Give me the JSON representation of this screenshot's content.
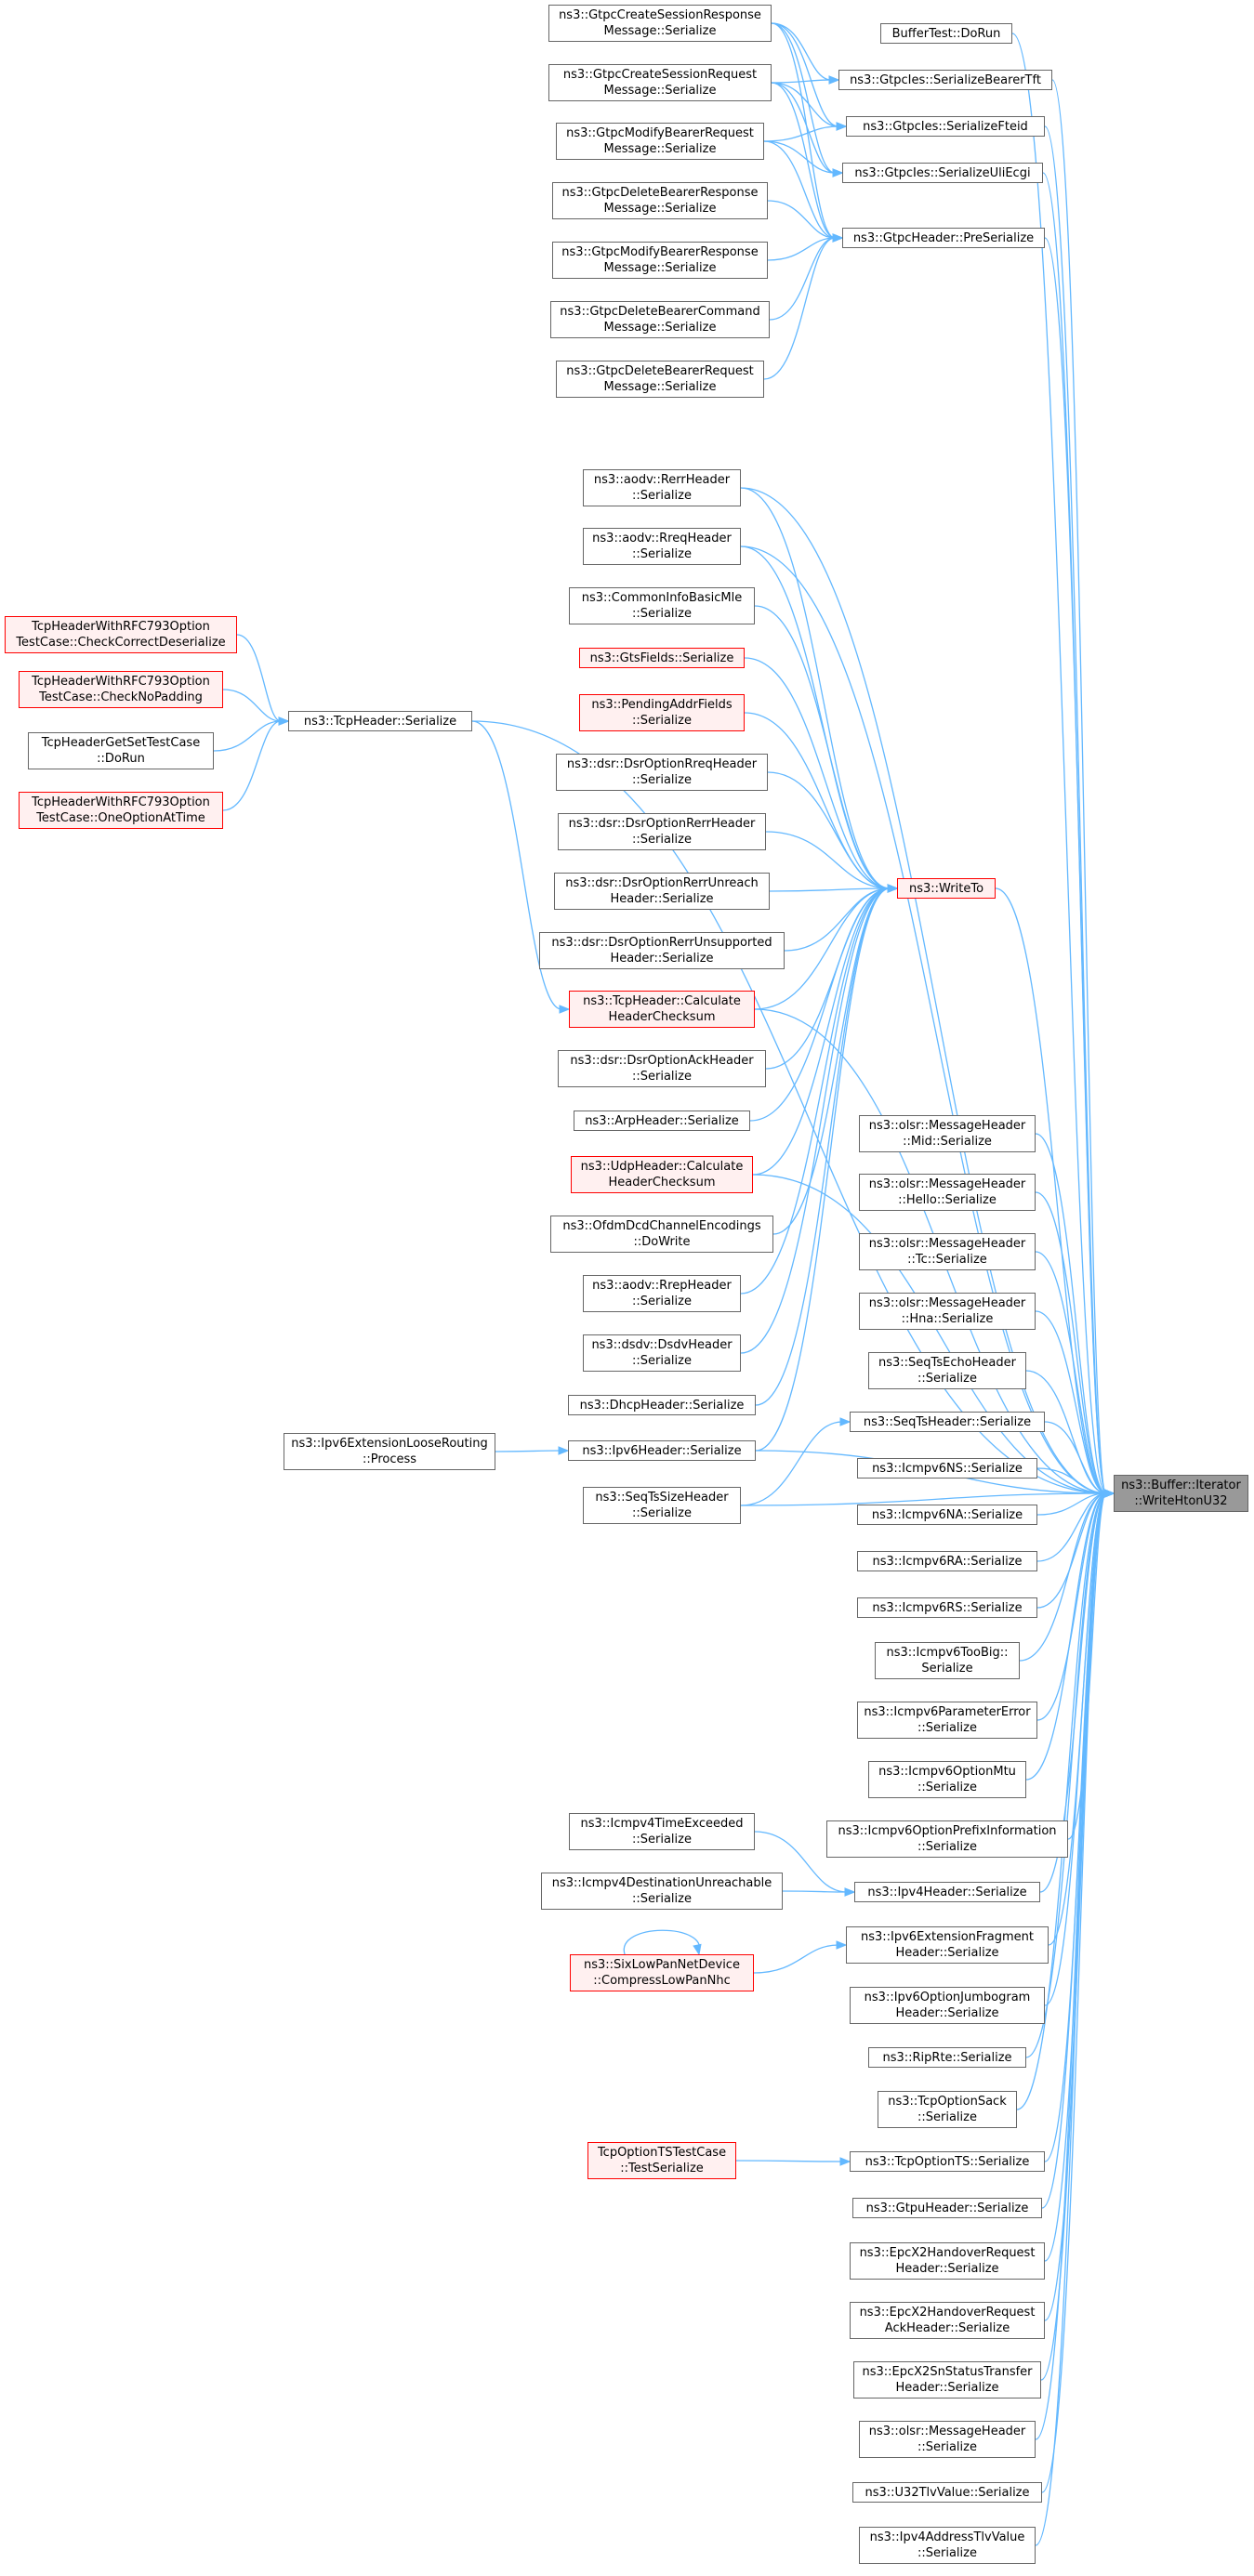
{
  "colors": {
    "edge": "#63b8ff",
    "normal_border": "#666666",
    "highlight_border": "#ff0000",
    "highlight_fill": "#fff0f0",
    "focus_fill": "#999999"
  },
  "nodes": [
    {
      "id": "focus",
      "label": "ns3::Buffer::Iterator\n::WriteHtonU32",
      "style": "focus"
    },
    {
      "id": "writeTo",
      "label": "ns3::WriteTo",
      "style": "red"
    },
    {
      "id": "gtpcPre",
      "label": "ns3::GtpcHeader::PreSerialize",
      "style": "normal"
    },
    {
      "id": "gtpcIesTft",
      "label": "ns3::GtpcIes::SerializeBearerTft",
      "style": "normal"
    },
    {
      "id": "gtpcIesFteid",
      "label": "ns3::GtpcIes::SerializeFteid",
      "style": "normal"
    },
    {
      "id": "gtpcIesUli",
      "label": "ns3::GtpcIes::SerializeUliEcgi",
      "style": "normal"
    },
    {
      "id": "bufferTest",
      "label": "BufferTest::DoRun",
      "style": "normal"
    },
    {
      "id": "gtpcCsResp",
      "label": "ns3::GtpcCreateSessionResponse\nMessage::Serialize",
      "style": "normal"
    },
    {
      "id": "gtpcCsReq",
      "label": "ns3::GtpcCreateSessionRequest\nMessage::Serialize",
      "style": "normal"
    },
    {
      "id": "gtpcMbReq",
      "label": "ns3::GtpcModifyBearerRequest\nMessage::Serialize",
      "style": "normal"
    },
    {
      "id": "gtpcDbResp",
      "label": "ns3::GtpcDeleteBearerResponse\nMessage::Serialize",
      "style": "normal"
    },
    {
      "id": "gtpcMbResp",
      "label": "ns3::GtpcModifyBearerResponse\nMessage::Serialize",
      "style": "normal"
    },
    {
      "id": "gtpcDbCmd",
      "label": "ns3::GtpcDeleteBearerCommand\nMessage::Serialize",
      "style": "normal"
    },
    {
      "id": "gtpcDbReq",
      "label": "ns3::GtpcDeleteBearerRequest\nMessage::Serialize",
      "style": "normal"
    },
    {
      "id": "aodvRerr",
      "label": "ns3::aodv::RerrHeader\n::Serialize",
      "style": "normal"
    },
    {
      "id": "aodvRreq",
      "label": "ns3::aodv::RreqHeader\n::Serialize",
      "style": "normal"
    },
    {
      "id": "commonInfo",
      "label": "ns3::CommonInfoBasicMle\n::Serialize",
      "style": "normal"
    },
    {
      "id": "gtsFields",
      "label": "ns3::GtsFields::Serialize",
      "style": "red"
    },
    {
      "id": "pendingAddr",
      "label": "ns3::PendingAddrFields\n::Serialize",
      "style": "red"
    },
    {
      "id": "dsrRreq",
      "label": "ns3::dsr::DsrOptionRreqHeader\n::Serialize",
      "style": "normal"
    },
    {
      "id": "dsrRerr",
      "label": "ns3::dsr::DsrOptionRerrHeader\n::Serialize",
      "style": "normal"
    },
    {
      "id": "dsrRerrUnreach",
      "label": "ns3::dsr::DsrOptionRerrUnreach\nHeader::Serialize",
      "style": "normal"
    },
    {
      "id": "dsrRerrUnsup",
      "label": "ns3::dsr::DsrOptionRerrUnsupported\nHeader::Serialize",
      "style": "normal"
    },
    {
      "id": "tcpCalc",
      "label": "ns3::TcpHeader::Calculate\nHeaderChecksum",
      "style": "red"
    },
    {
      "id": "dsrAck",
      "label": "ns3::dsr::DsrOptionAckHeader\n::Serialize",
      "style": "normal"
    },
    {
      "id": "arpHeader",
      "label": "ns3::ArpHeader::Serialize",
      "style": "normal"
    },
    {
      "id": "udpCalc",
      "label": "ns3::UdpHeader::Calculate\nHeaderChecksum",
      "style": "red"
    },
    {
      "id": "ofdm",
      "label": "ns3::OfdmDcdChannelEncodings\n::DoWrite",
      "style": "normal"
    },
    {
      "id": "aodvRrep",
      "label": "ns3::aodv::RrepHeader\n::Serialize",
      "style": "normal"
    },
    {
      "id": "dsdv",
      "label": "ns3::dsdv::DsdvHeader\n::Serialize",
      "style": "normal"
    },
    {
      "id": "dhcp",
      "label": "ns3::DhcpHeader::Serialize",
      "style": "normal"
    },
    {
      "id": "ipv6Header",
      "label": "ns3::Ipv6Header::Serialize",
      "style": "normal"
    },
    {
      "id": "seqTsSize",
      "label": "ns3::SeqTsSizeHeader\n::Serialize",
      "style": "normal"
    },
    {
      "id": "ipv6ExtLoose",
      "label": "ns3::Ipv6ExtensionLooseRouting\n::Process",
      "style": "normal"
    },
    {
      "id": "tcpHeader",
      "label": "ns3::TcpHeader::Serialize",
      "style": "normal"
    },
    {
      "id": "tcpCheckCorrect",
      "label": "TcpHeaderWithRFC793Option\nTestCase::CheckCorrectDeserialize",
      "style": "red"
    },
    {
      "id": "tcpCheckNoPad",
      "label": "TcpHeaderWithRFC793Option\nTestCase::CheckNoPadding",
      "style": "red"
    },
    {
      "id": "tcpGetSet",
      "label": "TcpHeaderGetSetTestCase\n::DoRun",
      "style": "normal"
    },
    {
      "id": "tcpOneOpt",
      "label": "TcpHeaderWithRFC793Option\nTestCase::OneOptionAtTime",
      "style": "red"
    },
    {
      "id": "olsrMid",
      "label": "ns3::olsr::MessageHeader\n::Mid::Serialize",
      "style": "normal"
    },
    {
      "id": "olsrHello",
      "label": "ns3::olsr::MessageHeader\n::Hello::Serialize",
      "style": "normal"
    },
    {
      "id": "olsrTc",
      "label": "ns3::olsr::MessageHeader\n::Tc::Serialize",
      "style": "normal"
    },
    {
      "id": "olsrHna",
      "label": "ns3::olsr::MessageHeader\n::Hna::Serialize",
      "style": "normal"
    },
    {
      "id": "seqTsEcho",
      "label": "ns3::SeqTsEchoHeader\n::Serialize",
      "style": "normal"
    },
    {
      "id": "seqTs",
      "label": "ns3::SeqTsHeader::Serialize",
      "style": "normal"
    },
    {
      "id": "icmpNS",
      "label": "ns3::Icmpv6NS::Serialize",
      "style": "normal"
    },
    {
      "id": "icmpNA",
      "label": "ns3::Icmpv6NA::Serialize",
      "style": "normal"
    },
    {
      "id": "icmpRA",
      "label": "ns3::Icmpv6RA::Serialize",
      "style": "normal"
    },
    {
      "id": "icmpRS",
      "label": "ns3::Icmpv6RS::Serialize",
      "style": "normal"
    },
    {
      "id": "icmpTooBig",
      "label": "ns3::Icmpv6TooBig::\nSerialize",
      "style": "normal"
    },
    {
      "id": "icmpParam",
      "label": "ns3::Icmpv6ParameterError\n::Serialize",
      "style": "normal"
    },
    {
      "id": "icmpMtu",
      "label": "ns3::Icmpv6OptionMtu\n::Serialize",
      "style": "normal"
    },
    {
      "id": "icmpPrefix",
      "label": "ns3::Icmpv6OptionPrefixInformation\n::Serialize",
      "style": "normal"
    },
    {
      "id": "ipv4Header",
      "label": "ns3::Ipv4Header::Serialize",
      "style": "normal"
    },
    {
      "id": "icmp4Time",
      "label": "ns3::Icmpv4TimeExceeded\n::Serialize",
      "style": "normal"
    },
    {
      "id": "icmp4Dest",
      "label": "ns3::Icmpv4DestinationUnreachable\n::Serialize",
      "style": "normal"
    },
    {
      "id": "ipv6ExtFrag",
      "label": "ns3::Ipv6ExtensionFragment\nHeader::Serialize",
      "style": "normal"
    },
    {
      "id": "sixLow",
      "label": "ns3::SixLowPanNetDevice\n::CompressLowPanNhc",
      "style": "red"
    },
    {
      "id": "ipv6Jumbo",
      "label": "ns3::Ipv6OptionJumbogram\nHeader::Serialize",
      "style": "normal"
    },
    {
      "id": "ripRte",
      "label": "ns3::RipRte::Serialize",
      "style": "normal"
    },
    {
      "id": "tcpSack",
      "label": "ns3::TcpOptionSack\n::Serialize",
      "style": "normal"
    },
    {
      "id": "tcpTS",
      "label": "ns3::TcpOptionTS::Serialize",
      "style": "normal"
    },
    {
      "id": "tcpTSTest",
      "label": "TcpOptionTSTestCase\n::TestSerialize",
      "style": "red"
    },
    {
      "id": "gtpu",
      "label": "ns3::GtpuHeader::Serialize",
      "style": "normal"
    },
    {
      "id": "x2HoReq",
      "label": "ns3::EpcX2HandoverRequest\nHeader::Serialize",
      "style": "normal"
    },
    {
      "id": "x2HoReqAck",
      "label": "ns3::EpcX2HandoverRequest\nAckHeader::Serialize",
      "style": "normal"
    },
    {
      "id": "x2Sn",
      "label": "ns3::EpcX2SnStatusTransfer\nHeader::Serialize",
      "style": "normal"
    },
    {
      "id": "olsrMsg",
      "label": "ns3::olsr::MessageHeader\n::Serialize",
      "style": "normal"
    },
    {
      "id": "u32Tlv",
      "label": "ns3::U32TlvValue::Serialize",
      "style": "normal"
    },
    {
      "id": "ipv4Tlv",
      "label": "ns3::Ipv4AddressTlvValue\n::Serialize",
      "style": "normal"
    }
  ],
  "edges": [
    [
      "gtpcPre",
      "focus"
    ],
    [
      "gtpcIesTft",
      "focus"
    ],
    [
      "gtpcIesFteid",
      "focus"
    ],
    [
      "gtpcIesUli",
      "focus"
    ],
    [
      "bufferTest",
      "focus"
    ],
    [
      "tcpHeader",
      "focus"
    ],
    [
      "aodvRerr",
      "focus"
    ],
    [
      "aodvRreq",
      "focus"
    ],
    [
      "writeTo",
      "focus"
    ],
    [
      "tcpCalc",
      "focus"
    ],
    [
      "udpCalc",
      "focus"
    ],
    [
      "ipv6Header",
      "focus"
    ],
    [
      "seqTsSize",
      "focus"
    ],
    [
      "olsrMid",
      "focus"
    ],
    [
      "olsrHello",
      "focus"
    ],
    [
      "olsrTc",
      "focus"
    ],
    [
      "olsrHna",
      "focus"
    ],
    [
      "seqTsEcho",
      "focus"
    ],
    [
      "seqTs",
      "focus"
    ],
    [
      "icmpNS",
      "focus"
    ],
    [
      "icmpNA",
      "focus"
    ],
    [
      "icmpRA",
      "focus"
    ],
    [
      "icmpRS",
      "focus"
    ],
    [
      "icmpTooBig",
      "focus"
    ],
    [
      "icmpParam",
      "focus"
    ],
    [
      "icmpMtu",
      "focus"
    ],
    [
      "icmpPrefix",
      "focus"
    ],
    [
      "ipv4Header",
      "focus"
    ],
    [
      "ipv6ExtFrag",
      "focus"
    ],
    [
      "ipv6Jumbo",
      "focus"
    ],
    [
      "ripRte",
      "focus"
    ],
    [
      "tcpSack",
      "focus"
    ],
    [
      "tcpTS",
      "focus"
    ],
    [
      "gtpu",
      "focus"
    ],
    [
      "x2HoReq",
      "focus"
    ],
    [
      "x2HoReqAck",
      "focus"
    ],
    [
      "x2Sn",
      "focus"
    ],
    [
      "olsrMsg",
      "focus"
    ],
    [
      "u32Tlv",
      "focus"
    ],
    [
      "ipv4Tlv",
      "focus"
    ],
    [
      "gtpcCsResp",
      "gtpcIesTft"
    ],
    [
      "gtpcCsResp",
      "gtpcIesFteid"
    ],
    [
      "gtpcCsResp",
      "gtpcIesUli"
    ],
    [
      "gtpcCsResp",
      "gtpcPre"
    ],
    [
      "gtpcCsReq",
      "gtpcIesTft"
    ],
    [
      "gtpcCsReq",
      "gtpcIesFteid"
    ],
    [
      "gtpcCsReq",
      "gtpcIesUli"
    ],
    [
      "gtpcCsReq",
      "gtpcPre"
    ],
    [
      "gtpcMbReq",
      "gtpcIesFteid"
    ],
    [
      "gtpcMbReq",
      "gtpcIesUli"
    ],
    [
      "gtpcMbReq",
      "gtpcPre"
    ],
    [
      "gtpcDbResp",
      "gtpcPre"
    ],
    [
      "gtpcMbResp",
      "gtpcPre"
    ],
    [
      "gtpcDbCmd",
      "gtpcPre"
    ],
    [
      "gtpcDbReq",
      "gtpcPre"
    ],
    [
      "aodvRerr",
      "writeTo"
    ],
    [
      "aodvRreq",
      "writeTo"
    ],
    [
      "commonInfo",
      "writeTo"
    ],
    [
      "gtsFields",
      "writeTo"
    ],
    [
      "pendingAddr",
      "writeTo"
    ],
    [
      "dsrRreq",
      "writeTo"
    ],
    [
      "dsrRerr",
      "writeTo"
    ],
    [
      "dsrRerrUnreach",
      "writeTo"
    ],
    [
      "dsrRerrUnsup",
      "writeTo"
    ],
    [
      "tcpCalc",
      "writeTo"
    ],
    [
      "dsrAck",
      "writeTo"
    ],
    [
      "arpHeader",
      "writeTo"
    ],
    [
      "udpCalc",
      "writeTo"
    ],
    [
      "ofdm",
      "writeTo"
    ],
    [
      "aodvRrep",
      "writeTo"
    ],
    [
      "dsdv",
      "writeTo"
    ],
    [
      "dhcp",
      "writeTo"
    ],
    [
      "ipv6Header",
      "writeTo"
    ],
    [
      "tcpHeader",
      "tcpCalc"
    ],
    [
      "tcpCheckCorrect",
      "tcpHeader"
    ],
    [
      "tcpCheckNoPad",
      "tcpHeader"
    ],
    [
      "tcpGetSet",
      "tcpHeader"
    ],
    [
      "tcpOneOpt",
      "tcpHeader"
    ],
    [
      "ipv6ExtLoose",
      "ipv6Header"
    ],
    [
      "seqTsSize",
      "seqTs"
    ],
    [
      "icmp4Time",
      "ipv4Header"
    ],
    [
      "icmp4Dest",
      "ipv4Header"
    ],
    [
      "sixLow",
      "ipv6ExtFrag"
    ],
    [
      "sixLow",
      "sixLow"
    ],
    [
      "tcpTSTest",
      "tcpTS"
    ]
  ]
}
